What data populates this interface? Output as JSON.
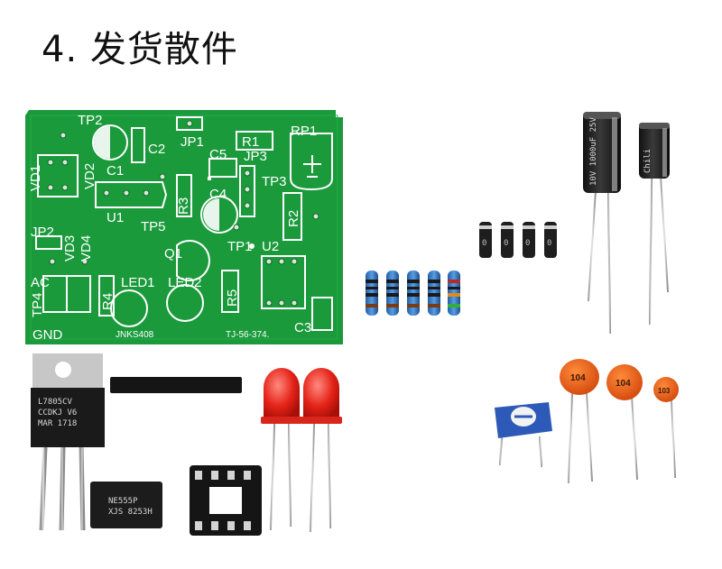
{
  "heading": "4. 发货散件",
  "pcb": {
    "labels": [
      "TP2",
      "C2",
      "JP1",
      "R1",
      "RP1",
      "VD1",
      "VD2",
      "C1",
      "C5",
      "JP3",
      "TP3",
      "R3",
      "C4",
      "R2",
      "U1",
      "TP5",
      "JP2",
      "VD3",
      "VD4",
      "Q1",
      "TP1",
      "U2",
      "LED1",
      "LED2",
      "R5",
      "R4",
      "AC",
      "TP4",
      "GND",
      "C3"
    ],
    "silk_bottom": [
      "JNKS408",
      "TJ-56-374."
    ]
  },
  "regulator": {
    "lines": [
      "L7805CV",
      "CCDKJ V6",
      "MAR 1718"
    ]
  },
  "ic": {
    "lines": [
      "NE555P",
      "XJS 8253H"
    ]
  },
  "capacitors": {
    "electrolytic_1": "10V 1000uF 25V",
    "electrolytic_2": "Chili"
  },
  "ceramic": [
    "104",
    "104",
    "103"
  ],
  "diode_marks": [
    "0",
    "0",
    "0",
    "0"
  ]
}
